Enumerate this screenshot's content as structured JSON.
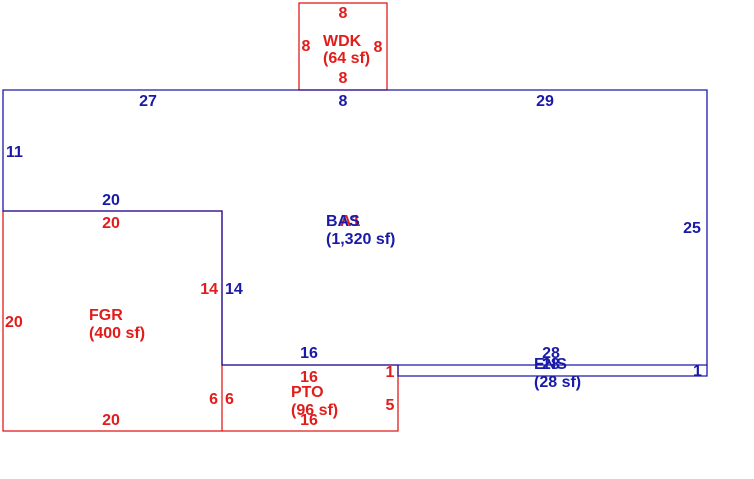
{
  "colors": {
    "primary_line": "#1a1aa8",
    "secondary_line": "#e21b1b",
    "background": "#ffffff"
  },
  "areas": {
    "wdk": {
      "code": "WDK",
      "area": "(64 sf)"
    },
    "bas": {
      "code": "BAS",
      "overlap_code": "A1",
      "area": "(1,320 sf)"
    },
    "fgr": {
      "code": "FGR",
      "area": "(400 sf)"
    },
    "pto": {
      "code": "PTO",
      "area": "(96 sf)"
    },
    "ens": {
      "code": "ENS",
      "overlap_code": "28",
      "area": "(28 sf)"
    }
  },
  "dimensions": {
    "wdk_top": "8",
    "wdk_left": "8",
    "wdk_right": "8",
    "wdk_bottom": "8",
    "bas_top_left": "27",
    "bas_top_mid": "8",
    "bas_top_right": "29",
    "bas_left": "11",
    "bas_step": "20",
    "bas_right": "25",
    "bas_inner": "14",
    "bas_bottom": "16",
    "ens_top": "28",
    "ens_right": "1",
    "fgr_top": "20",
    "fgr_left": "20",
    "fgr_right": "14",
    "fgr_bottom": "20",
    "pto_top": "16",
    "pto_left_outer": "6",
    "pto_left_inner": "6",
    "pto_right_top": "1",
    "pto_right": "5",
    "pto_bottom": "16"
  }
}
